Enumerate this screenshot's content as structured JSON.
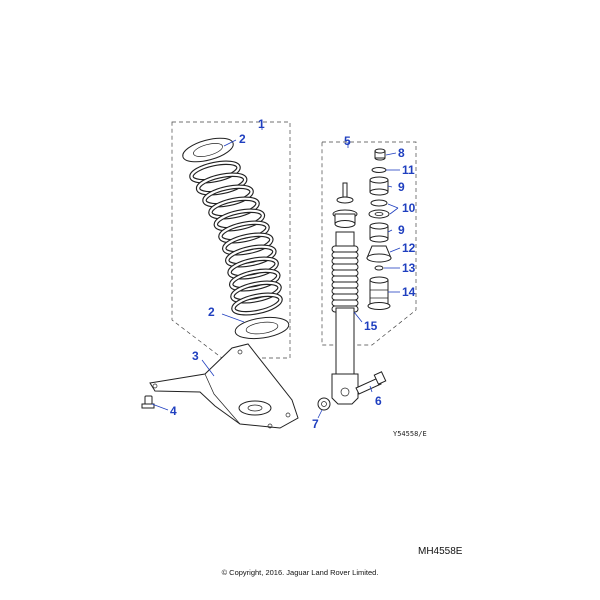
{
  "callouts": {
    "c1": "1",
    "c2a": "2",
    "c2b": "2",
    "c3": "3",
    "c4": "4",
    "c5": "5",
    "c6": "6",
    "c7": "7",
    "c8": "8",
    "c9a": "9",
    "c9b": "9",
    "c10": "10",
    "c11": "11",
    "c12": "12",
    "c13": "13",
    "c14": "14",
    "c15": "15"
  },
  "drawing_code": "Y54558/E",
  "footer_code": "MH4558E",
  "copyright": "© Copyright, 2016. Jaguar Land Rover Limited.",
  "colors": {
    "callout": "#1f3fbf",
    "line": "#222222",
    "background": "#ffffff"
  }
}
